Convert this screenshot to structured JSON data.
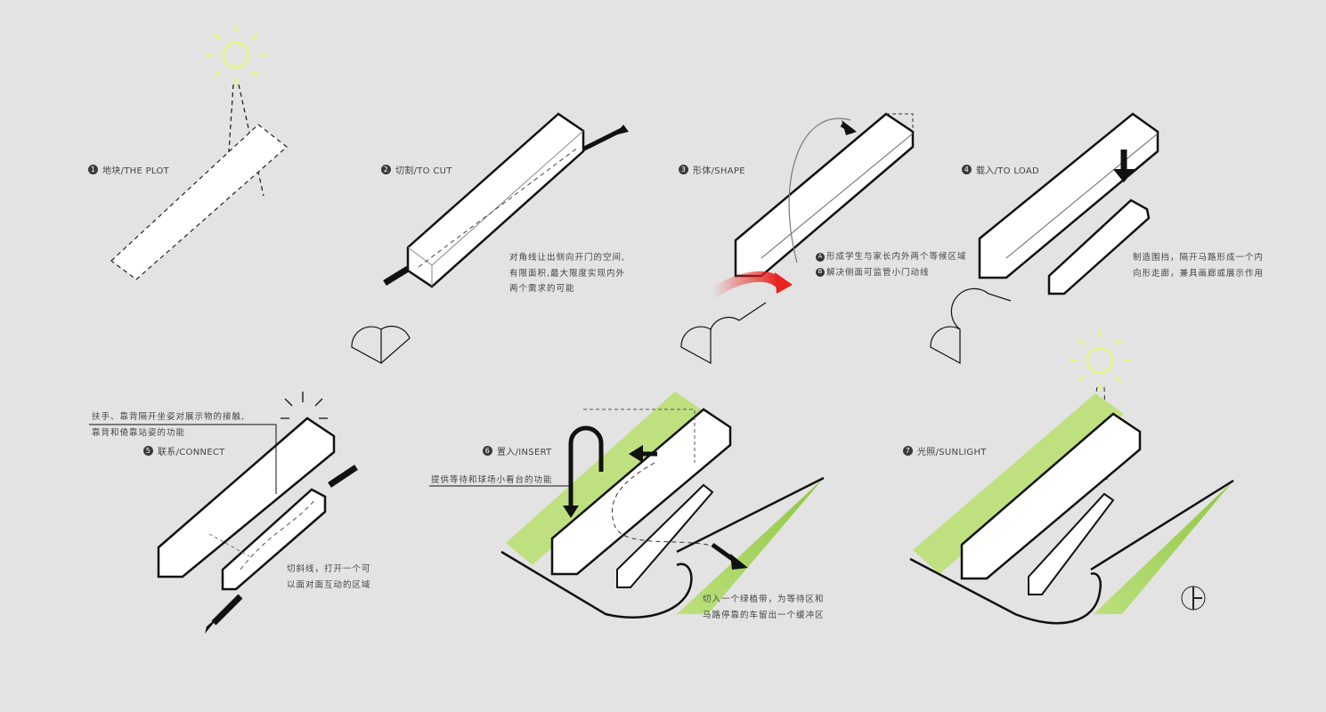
{
  "steps": [
    {
      "num": "1",
      "label": "地块/THE PLOT"
    },
    {
      "num": "2",
      "label": "切割/TO CUT"
    },
    {
      "num": "3",
      "label": "形体/SHAPE"
    },
    {
      "num": "4",
      "label": "载入/TO LOAD"
    },
    {
      "num": "5",
      "label": "联系/CONNECT"
    },
    {
      "num": "6",
      "label": "置入/INSERT"
    },
    {
      "num": "7",
      "label": "光照/SUNLIGHT"
    }
  ],
  "notes": {
    "cut": [
      "对角线让出侧向开门的空间,",
      "有限面积,最大限度实现内外",
      "两个需求的可能"
    ],
    "shape": [
      {
        "badge": "A",
        "text": "形成学生与家长内外两个等候区域"
      },
      {
        "badge": "B",
        "text": "解决侧面可监管小门动线"
      }
    ],
    "load": [
      "制造围挡，隔开马路形成一个内",
      "向形走廊，兼具画廊或展示作用"
    ],
    "connect_top": [
      "扶手、靠背隔开坐姿对展示物的接触,",
      "靠背和倚靠站姿的功能"
    ],
    "connect_bottom": [
      "切斜线，打开一个可",
      "以面对面互动的区域"
    ],
    "insert_left": "提供等待和球场小看台的功能",
    "insert_bottom": [
      "切入一个绿植带，为等待区和",
      "马路停靠的车留出一个缓冲区"
    ]
  },
  "colors": {
    "background": "#e3e3e3",
    "sun": "#e6f57a",
    "green": "#9fcf4f",
    "red": "#e8231f",
    "line": "#111111"
  }
}
